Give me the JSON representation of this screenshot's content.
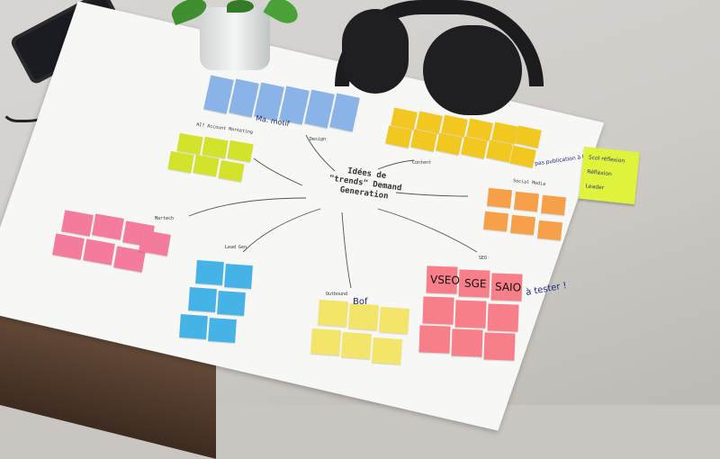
{
  "center_title": [
    "Idées de",
    "\"trends\" Demand",
    "Generation"
  ],
  "branch_labels": {
    "design": "Design",
    "content": "Content",
    "social_media": "Social Media",
    "seo": "SEO",
    "outbound": "Outbound",
    "lead_gen": "Lead Gen",
    "martech": "Martech",
    "ai": "AI? Account Marketing"
  },
  "seo_notes": [
    "VSEO",
    "SGE",
    "SAIO"
  ],
  "handwriting": {
    "a_tester": "à tester !",
    "ma_motif": "Ma. motif",
    "publication": "pas publication à l'IA ?",
    "bof": "Bof",
    "sidenote_1": "Scol réflexion",
    "sidenote_2": "Réflexion",
    "sidenote_3": "Leader"
  },
  "colors": {
    "paper": "#f7f7f5",
    "blue": "#8ab4e8",
    "yellow": "#f2c71f",
    "lime": "#d3e22a",
    "orange": "#f6a04a",
    "pink": "#f47b9b",
    "cyan": "#45b3e6",
    "salmon": "#f77f8a"
  }
}
